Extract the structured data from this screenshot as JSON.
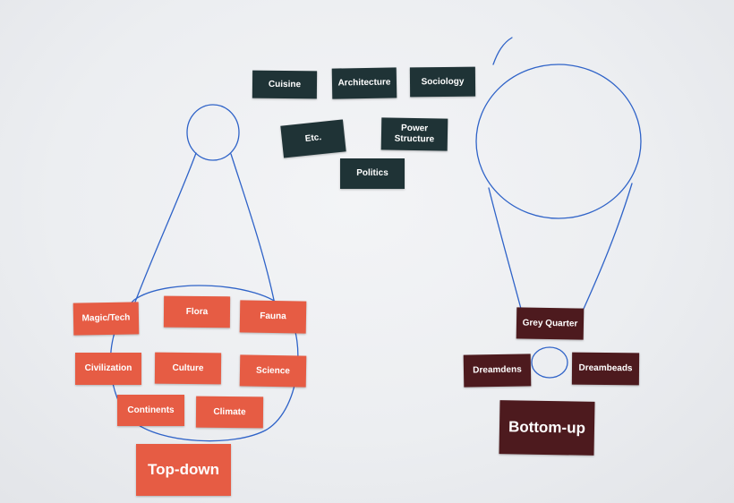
{
  "colors": {
    "board": "#ebedf0",
    "ink": "#2f63c8",
    "card_dark_teal": "#1f3336",
    "card_orange": "#e65c44",
    "card_maroon": "#4d1a1e",
    "card_text": "#ffffff"
  },
  "cards": {
    "cuisine": "Cuisine",
    "architecture": "Architecture",
    "sociology": "Sociology",
    "etc": "Etc.",
    "power_structure": "Power Structure",
    "politics": "Politics",
    "magic_tech": "Magic/Tech",
    "flora": "Flora",
    "fauna": "Fauna",
    "civilization": "Civilization",
    "culture": "Culture",
    "science": "Science",
    "continents": "Continents",
    "climate": "Climate",
    "top_down": "Top-down",
    "grey_quarter": "Grey Quarter",
    "dreamdens": "Dreamdens",
    "dreambeads": "Dreambeads",
    "bottom_up": "Bottom-up"
  }
}
